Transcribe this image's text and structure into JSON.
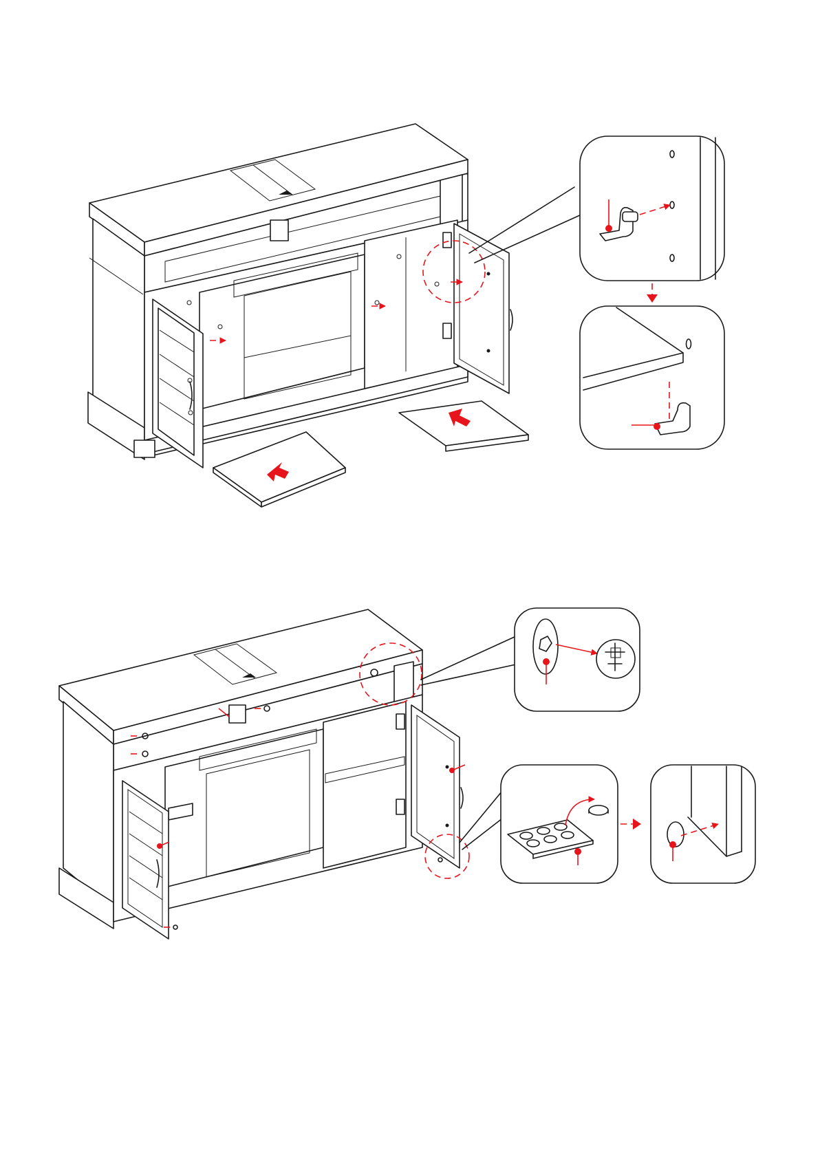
{
  "page": {
    "title": ""
  },
  "colors": {
    "line": "#1a1a1a",
    "accent_red": "#e8141b",
    "background": "#ffffff"
  },
  "steps": [
    {
      "name": "install-shelves-on-shelf-pins",
      "callouts": [
        "shelf-pin-into-side-panel",
        "shelf-resting-on-pin"
      ]
    },
    {
      "name": "attach-back-panel-cam-locks-and-bumpers",
      "callouts": [
        "cam-lock-turn",
        "adhesive-bumper-sheet",
        "bumper-applied-to-door"
      ]
    }
  ]
}
